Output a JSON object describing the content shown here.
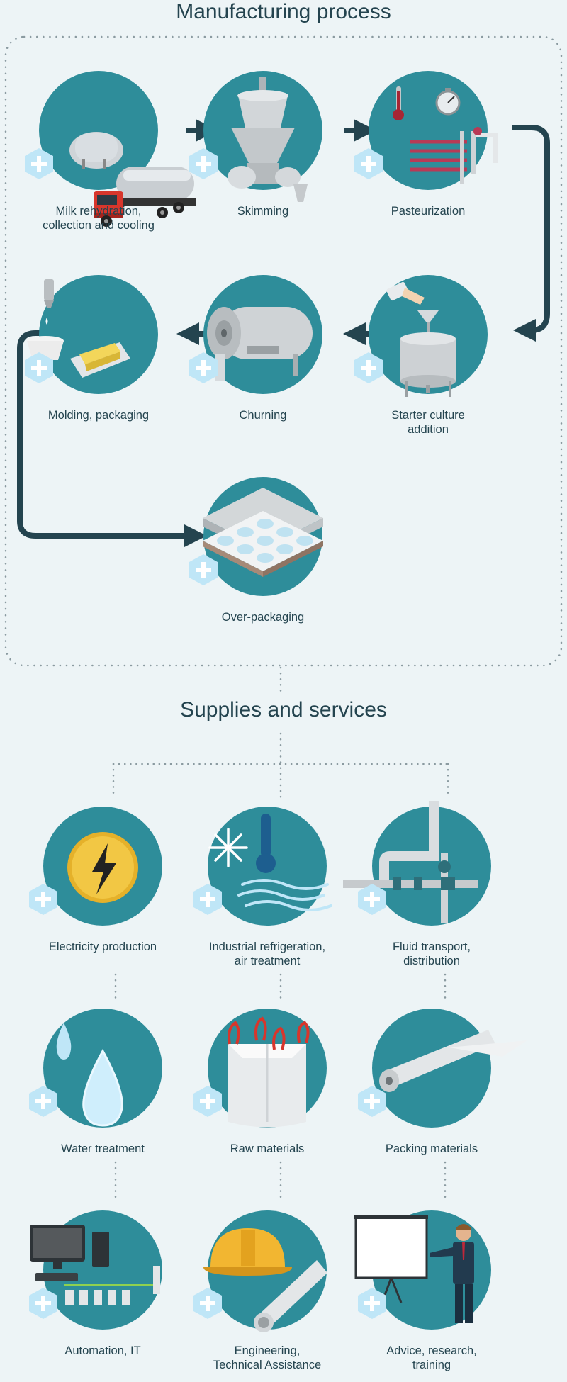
{
  "manufacturing": {
    "title": "Manufacturing process",
    "steps": [
      {
        "id": "milk",
        "lines": [
          "Milk rehydration,",
          "collection and cooling"
        ],
        "icon": "milk-truck-icon"
      },
      {
        "id": "skimming",
        "lines": [
          "Skimming"
        ],
        "icon": "centrifuge-separator-icon"
      },
      {
        "id": "pasteurization",
        "lines": [
          "Pasteurization"
        ],
        "icon": "heat-exchanger-icon"
      },
      {
        "id": "starter",
        "lines": [
          "Starter culture",
          "addition"
        ],
        "icon": "culture-tank-icon"
      },
      {
        "id": "churning",
        "lines": [
          "Churning"
        ],
        "icon": "churn-drum-icon"
      },
      {
        "id": "molding",
        "lines": [
          "Molding, packaging"
        ],
        "icon": "butter-block-icon"
      },
      {
        "id": "overpack",
        "lines": [
          "Over-packaging"
        ],
        "icon": "tray-pack-icon"
      }
    ]
  },
  "supplies": {
    "title": "Supplies and services",
    "items": [
      {
        "id": "electricity",
        "lines": [
          "Electricity production"
        ],
        "icon": "lightning-icon"
      },
      {
        "id": "refrigeration",
        "lines": [
          "Industrial refrigeration,",
          "air treatment"
        ],
        "icon": "snowflake-thermometer-icon"
      },
      {
        "id": "fluid",
        "lines": [
          "Fluid transport,",
          "distribution"
        ],
        "icon": "pipes-valve-icon"
      },
      {
        "id": "water",
        "lines": [
          "Water treatment"
        ],
        "icon": "water-drop-icon"
      },
      {
        "id": "raw",
        "lines": [
          "Raw materials"
        ],
        "icon": "big-bag-icon"
      },
      {
        "id": "packing",
        "lines": [
          "Packing materials"
        ],
        "icon": "film-roll-icon"
      },
      {
        "id": "automation",
        "lines": [
          "Automation, IT"
        ],
        "icon": "computer-icon"
      },
      {
        "id": "engineering",
        "lines": [
          "Engineering,",
          "Technical Assistance"
        ],
        "icon": "hard-hat-icon"
      },
      {
        "id": "advice",
        "lines": [
          "Advice, research,",
          "training"
        ],
        "icon": "presenter-icon"
      }
    ]
  },
  "colors": {
    "circle": "#2e8d9a",
    "plus_badge": "#bfe6f7",
    "arrow": "#24444f",
    "text": "#24444f",
    "background": "#edf4f6"
  }
}
